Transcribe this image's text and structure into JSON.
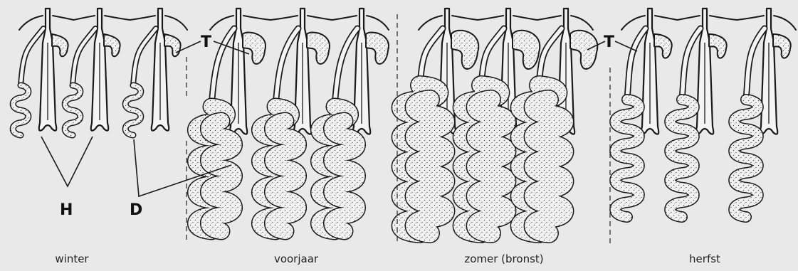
{
  "seasons": [
    {
      "label": "winter"
    },
    {
      "label": "voorjaar"
    },
    {
      "label": "zomer (bronst)"
    },
    {
      "label": "herfst"
    }
  ],
  "callouts": {
    "tallow_gland_left": "T",
    "tallow_gland_right": "T",
    "hair": "H",
    "gland_duct": "D"
  },
  "colors": {
    "background": "#e9e9e9",
    "ink": "#1a1a1a",
    "gland_fill": "#f1f1f1",
    "stipple": "#3a3a3a"
  }
}
